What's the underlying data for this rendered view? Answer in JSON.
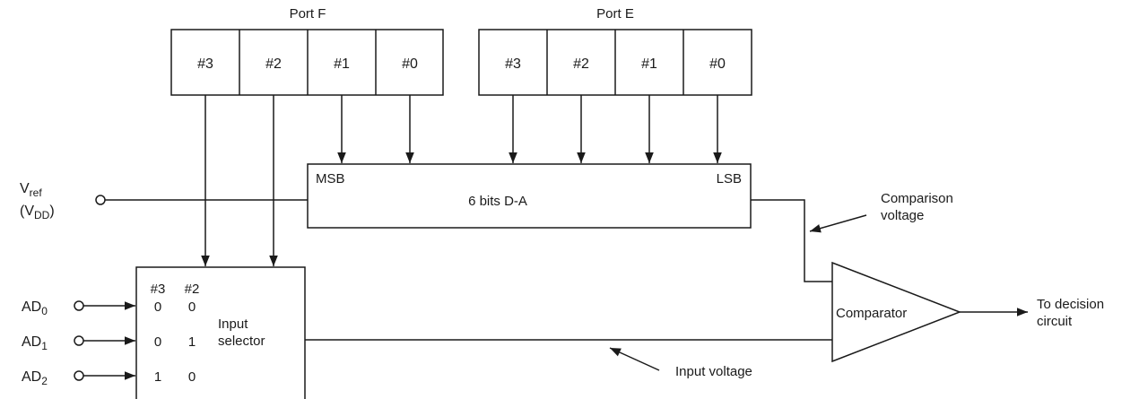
{
  "port_f": {
    "title": "Port F",
    "bits": [
      "#3",
      "#2",
      "#1",
      "#0"
    ]
  },
  "port_e": {
    "title": "Port E",
    "bits": [
      "#3",
      "#2",
      "#1",
      "#0"
    ]
  },
  "dac": {
    "msb": "MSB",
    "lsb": "LSB",
    "label": "6 bits D-A"
  },
  "vref": {
    "v": "V",
    "v_sub": "ref",
    "paren_open": "(V",
    "dd_sub": "DD",
    "paren_close": ")"
  },
  "comparison": {
    "line1": "Comparison",
    "line2": "voltage"
  },
  "selector": {
    "col1": "#3",
    "col2": "#2",
    "rows": [
      [
        "0",
        "0"
      ],
      [
        "0",
        "1"
      ],
      [
        "1",
        "0"
      ]
    ],
    "label1": "Input",
    "label2": "selector"
  },
  "inputs": [
    {
      "main": "AD",
      "sub": "0"
    },
    {
      "main": "AD",
      "sub": "1"
    },
    {
      "main": "AD",
      "sub": "2"
    }
  ],
  "comparator": {
    "label": "Comparator"
  },
  "output": {
    "line1": "To decision",
    "line2": "circuit"
  },
  "input_voltage": {
    "label": "Input voltage"
  }
}
